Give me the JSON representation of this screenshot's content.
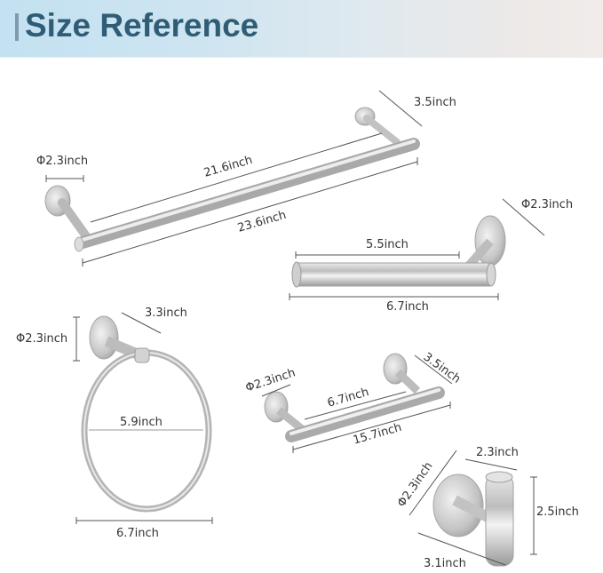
{
  "header": {
    "title": "Size Reference"
  },
  "products": [
    {
      "name": "towel-bar",
      "dimensions": {
        "base_diameter": "Φ2.3inch",
        "inner_length": "21.6inch",
        "total_length": "23.6inch",
        "projection": "3.5inch"
      }
    },
    {
      "name": "toilet-paper-holder",
      "dimensions": {
        "base_diameter": "Φ2.3inch",
        "inner_length": "5.5inch",
        "total_length": "6.7inch"
      }
    },
    {
      "name": "towel-ring",
      "dimensions": {
        "base_diameter": "Φ2.3inch",
        "projection": "3.3inch",
        "inner_diameter": "5.9inch",
        "total_width": "6.7inch"
      }
    },
    {
      "name": "hand-towel-bar",
      "dimensions": {
        "base_diameter": "Φ2.3inch",
        "inner_length": "6.7inch",
        "total_length": "15.7inch",
        "projection": "3.5inch"
      }
    },
    {
      "name": "robe-hook",
      "dimensions": {
        "base_diameter": "Φ2.3inch",
        "projection": "2.3inch",
        "height": "2.5inch",
        "depth": "3.1inch"
      }
    }
  ]
}
